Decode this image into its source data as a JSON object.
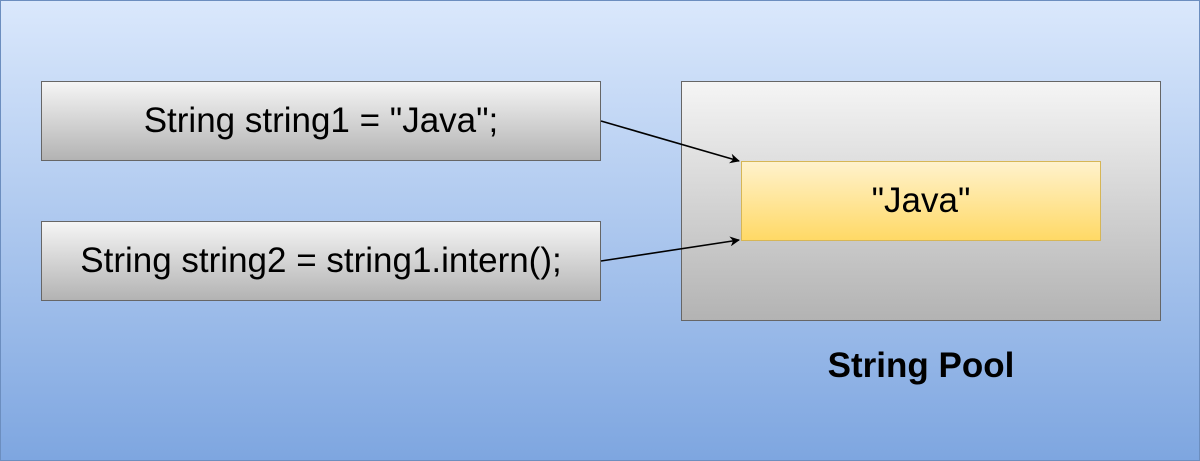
{
  "diagram": {
    "statement1": "String string1 = \"Java\";",
    "statement2": "String string2 = string1.intern();",
    "pool_value": "\"Java\"",
    "pool_label": "String Pool"
  },
  "colors": {
    "background_top": "#dae8fc",
    "background_bottom": "#7ea6e0",
    "box_border": "#666666",
    "pool_value_fill": "#ffd966",
    "pool_value_border": "#d6b656"
  }
}
